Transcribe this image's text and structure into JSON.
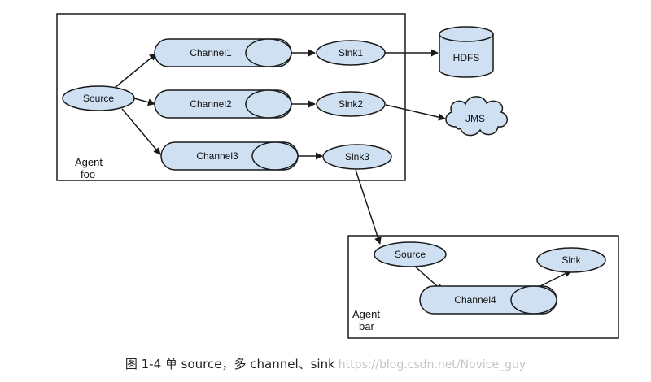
{
  "agents": [
    {
      "id": "foo",
      "label": [
        "Agent",
        "foo"
      ]
    },
    {
      "id": "bar",
      "label": [
        "Agent",
        "bar"
      ]
    }
  ],
  "nodes": {
    "source_foo": "Source",
    "channel1": "Channel1",
    "channel2": "Channel2",
    "channel3": "Channel3",
    "sink1": "Slnk1",
    "sink2": "Slnk2",
    "sink3": "Slnk3",
    "hdfs": "HDFS",
    "jms": "JMS",
    "source_bar": "Source",
    "channel4": "Channel4",
    "sink_bar": "Slnk"
  },
  "colors": {
    "node_fill": "#cfe0f3",
    "stroke": "#1a1a1a",
    "frame": "#1a1a1a"
  },
  "caption": {
    "text": "图 1-4  单 source，多 channel、sink",
    "watermark": "https://blog.csdn.net/Novice_guy"
  }
}
